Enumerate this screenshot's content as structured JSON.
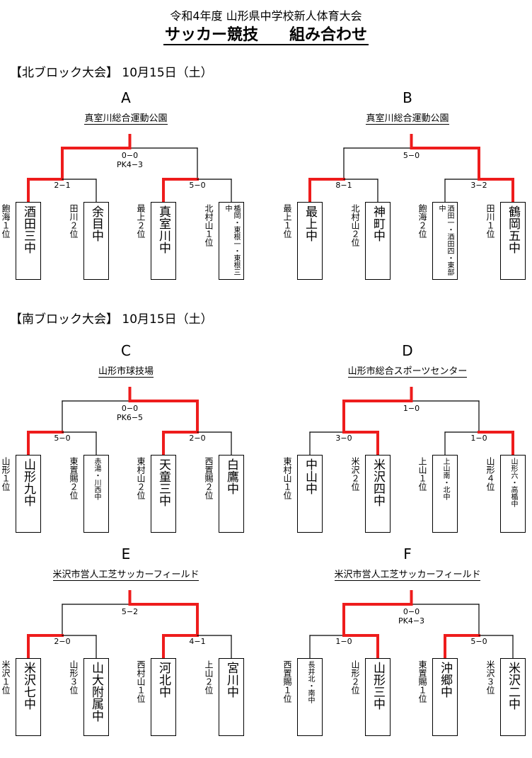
{
  "title_line1": "令和4年度 山形県中学校新人体育大会",
  "title_line2": "サッカー競技　　組み合わせ",
  "north_header": "【北ブロック大会】 10月15日（土）",
  "south_header": "【南ブロック大会】 10月15日（土）",
  "brackets": {
    "A": {
      "label": "A",
      "venue": "真室川総合運動公園",
      "final": "0−0",
      "pk": "PK4−3",
      "left_score": "2−1",
      "right_score": "5−0",
      "teams": [
        {
          "name": "酒田三中",
          "seed": "飽海１位"
        },
        {
          "name": "余目中",
          "seed": "田川２位"
        },
        {
          "name": "真室川中",
          "seed": "最上２位"
        },
        {
          "name": "楯岡・東根一・東根三中",
          "seed": "北村山１位"
        }
      ]
    },
    "B": {
      "label": "B",
      "venue": "真室川総合運動公園",
      "final": "5−0",
      "pk": "",
      "left_score": "8−1",
      "right_score": "3−2",
      "teams": [
        {
          "name": "最上中",
          "seed": "最上１位"
        },
        {
          "name": "神町中",
          "seed": "北村山２位"
        },
        {
          "name": "酒田一・酒田四・東部中",
          "seed": "飽海２位"
        },
        {
          "name": "鶴岡五中",
          "seed": "田川１位"
        }
      ]
    },
    "C": {
      "label": "C",
      "venue": "山形市球技場",
      "final": "0−0",
      "pk": "PK6−5",
      "left_score": "5−0",
      "right_score": "2−0",
      "teams": [
        {
          "name": "山形九中",
          "seed": "山形１位"
        },
        {
          "name": "赤湯・川西中",
          "seed": "東置賜２位"
        },
        {
          "name": "天童三中",
          "seed": "東村山２位"
        },
        {
          "name": "白鷹中",
          "seed": "西置賜２位"
        }
      ]
    },
    "D": {
      "label": "D",
      "venue": "山形市総合スポーツセンター",
      "final": "1−0",
      "pk": "",
      "left_score": "3−0",
      "right_score": "1−0",
      "teams": [
        {
          "name": "中山中",
          "seed": "東村山１位"
        },
        {
          "name": "米沢四中",
          "seed": "米沢２位"
        },
        {
          "name": "上山南・北中",
          "seed": "上山１位"
        },
        {
          "name": "山形六・高楯中",
          "seed": "山形４位"
        }
      ]
    },
    "E": {
      "label": "E",
      "venue": "米沢市営人工芝サッカーフィールド",
      "final": "5−2",
      "pk": "",
      "left_score": "2−0",
      "right_score": "4−1",
      "teams": [
        {
          "name": "米沢七中",
          "seed": "米沢１位"
        },
        {
          "name": "山大附属中",
          "seed": "山形３位"
        },
        {
          "name": "河北中",
          "seed": "西村山１位"
        },
        {
          "name": "宮川中",
          "seed": "上山２位"
        }
      ]
    },
    "F": {
      "label": "F",
      "venue": "米沢市営人工芝サッカーフィールド",
      "final": "0−0",
      "pk": "PK4−3",
      "left_score": "1−0",
      "right_score": "5−0",
      "teams": [
        {
          "name": "長井北・南中",
          "seed": "西置賜１位"
        },
        {
          "name": "山形三中",
          "seed": "山形２位"
        },
        {
          "name": "沖郷中",
          "seed": "東置賜１位"
        },
        {
          "name": "米沢二中",
          "seed": "米沢３位"
        }
      ]
    }
  },
  "colors": {
    "winner_line": "#ee1c1c",
    "line": "#000000"
  },
  "results": {
    "A": {
      "semi_left": 0,
      "semi_right": 0,
      "final": "left"
    },
    "B": {
      "semi_left": 0,
      "semi_right": 1,
      "final": "right"
    },
    "C": {
      "semi_left": 0,
      "semi_right": 0,
      "final": "right"
    },
    "D": {
      "semi_left": 1,
      "semi_right": 1,
      "final": "left"
    },
    "E": {
      "semi_left": 0,
      "semi_right": 0,
      "final": "right"
    },
    "F": {
      "semi_left": 1,
      "semi_right": 0,
      "final": "left"
    }
  }
}
